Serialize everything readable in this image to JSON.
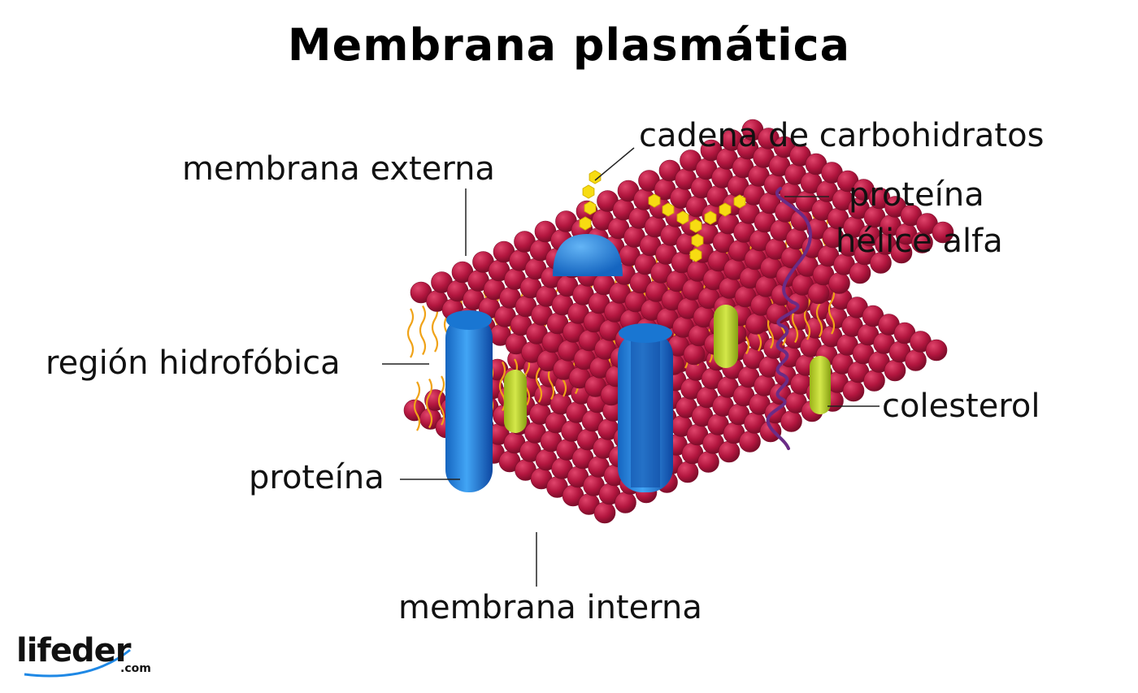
{
  "title": "Membrana plasmática",
  "labels": {
    "membrana_externa": "membrana externa",
    "cadena_carbohidratos": "cadena de carbohidratos",
    "proteina_helice_line1": "proteína",
    "proteina_helice_line2": "hélice alfa",
    "region_hidrofobica": "región hidrofóbica",
    "colesterol": "colesterol",
    "proteina": "proteína",
    "membrana_interna": "membrana interna"
  },
  "logo": {
    "name": "lifeder",
    "suffix": ".com"
  },
  "colors": {
    "phospholipid_head": "#b3163f",
    "phospholipid_head_shade": "#7d0d2a",
    "tail": "#f0a318",
    "protein_blue": "#1e88e5",
    "carbohydrate": "#f7dc12",
    "cholesterol": "#b8d31c",
    "helix": "#6a2c86"
  }
}
